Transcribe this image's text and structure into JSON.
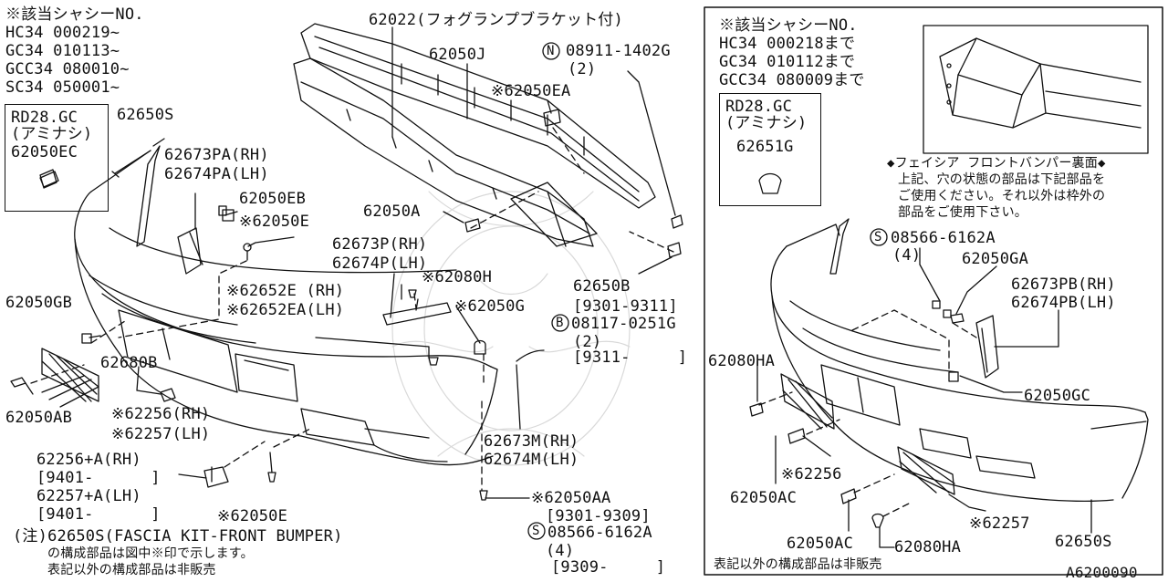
{
  "left": {
    "chassis_note": [
      "※該当シャシーNO.",
      "HC34 000219~",
      "GC34 010113~",
      "GCC34 080010~",
      "SC34 050001~"
    ],
    "variant_box": [
      "RD28.GC",
      "(アミナシ)",
      "62050EC"
    ],
    "parts": {
      "p62650S_top": "62650S",
      "p62673PA": "62673PA(RH)",
      "p62674PA": "62674PA(LH)",
      "p62050EB": "62050EB",
      "p62050E_top": "※62050E",
      "p62022": "62022(フォグランプブラケット付)",
      "p62050J": "62050J",
      "p08911": "08911-1402G",
      "p08911_qty": "(2)",
      "p62050EA": "※62050EA",
      "p62050A": "62050A",
      "p62673P": "62673P(RH)",
      "p62674P": "62674P(LH)",
      "p62080H": "※62080H",
      "p62652E": "※62652E (RH)",
      "p62652EA": "※62652EA(LH)",
      "p62050G": "※62050G",
      "p62650B": "62650B",
      "p62650B_period": "[9301-9311]",
      "p08117": "08117-0251G",
      "p08117_qty": "(2)",
      "p08117_period": "[9311-     ]",
      "p62050GB": "62050GB",
      "p62680B": "62680B",
      "p62050AB": "62050AB",
      "p62256": "※62256(RH)",
      "p62257": "※62257(LH)",
      "p62256A": "62256+A(RH)",
      "p62256A_period": "[9401-      ]",
      "p62257A": "62257+A(LH)",
      "p62257A_period": "[9401-      ]",
      "p62050E_bottom": "※62050E",
      "p62673M": "62673M(RH)",
      "p62674M": "62674M(LH)",
      "p62050AA": "※62050AA",
      "p62050AA_period": "[9301-9309]",
      "p08566": "08566-6162A",
      "p08566_qty": "(4)",
      "p08566_period": "[9309-     ]"
    },
    "footnote": [
      "(注)62650S(FASCIA KIT-FRONT BUMPER)",
      "の構成部品は図中※印で示します。",
      "表記以外の構成部品は非販売"
    ],
    "symbol_N": "N",
    "symbol_B": "B",
    "symbol_S": "S"
  },
  "right": {
    "chassis_note": [
      "※該当シャシーNO.",
      "HC34 000218まで",
      "GC34 010112まで",
      "GCC34 080009まで"
    ],
    "variant_box": [
      "RD28.GC",
      "(アミナシ)",
      "62651G"
    ],
    "fascia_note": [
      "◆フェイシア フロントバンパー裏面◆",
      "上記、穴の状態の部品は下記部品を",
      "ご使用ください。それ以外は枠外の",
      "部品をご使用下さい。"
    ],
    "parts": {
      "p08566": "08566-6162A",
      "p08566_qty": "(4)",
      "p62050GA": "62050GA",
      "p62673PB": "62673PB(RH)",
      "p62674PB": "62674PB(LH)",
      "p62080HA_top": "62080HA",
      "p62050GC": "62050GC",
      "p62256": "※62256",
      "p62050AC_1": "62050AC",
      "p62257": "※62257",
      "p62050AC_2": "62050AC",
      "p62080HA_bottom": "62080HA",
      "p62650S": "62650S"
    },
    "footnote": "表記以外の構成部品は非販売",
    "symbol_S": "S"
  },
  "diagram_code": "A6200090"
}
